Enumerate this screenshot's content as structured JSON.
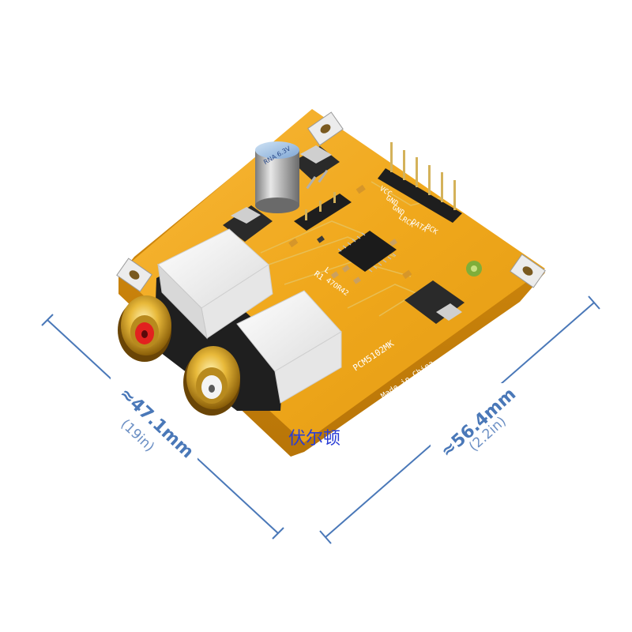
{
  "dimensions": {
    "width_label": "≈47.1mm",
    "width_sub": "(19in)",
    "length_label": "≈56.4mm",
    "length_sub": "(2.2in)"
  },
  "board": {
    "model": "PCM5102MK",
    "origin": "Made in China",
    "pins": [
      "VCC",
      "GND",
      "GND",
      "LRCK",
      "DATA",
      "BCK"
    ],
    "ref_labels": [
      "R1",
      "L"
    ],
    "cap_label": "47OR42"
  },
  "watermark": "伏尔顿",
  "colors": {
    "board": "#f0a81c",
    "dimension_line": "#4a78b8",
    "watermark": "#2a3dd6"
  }
}
